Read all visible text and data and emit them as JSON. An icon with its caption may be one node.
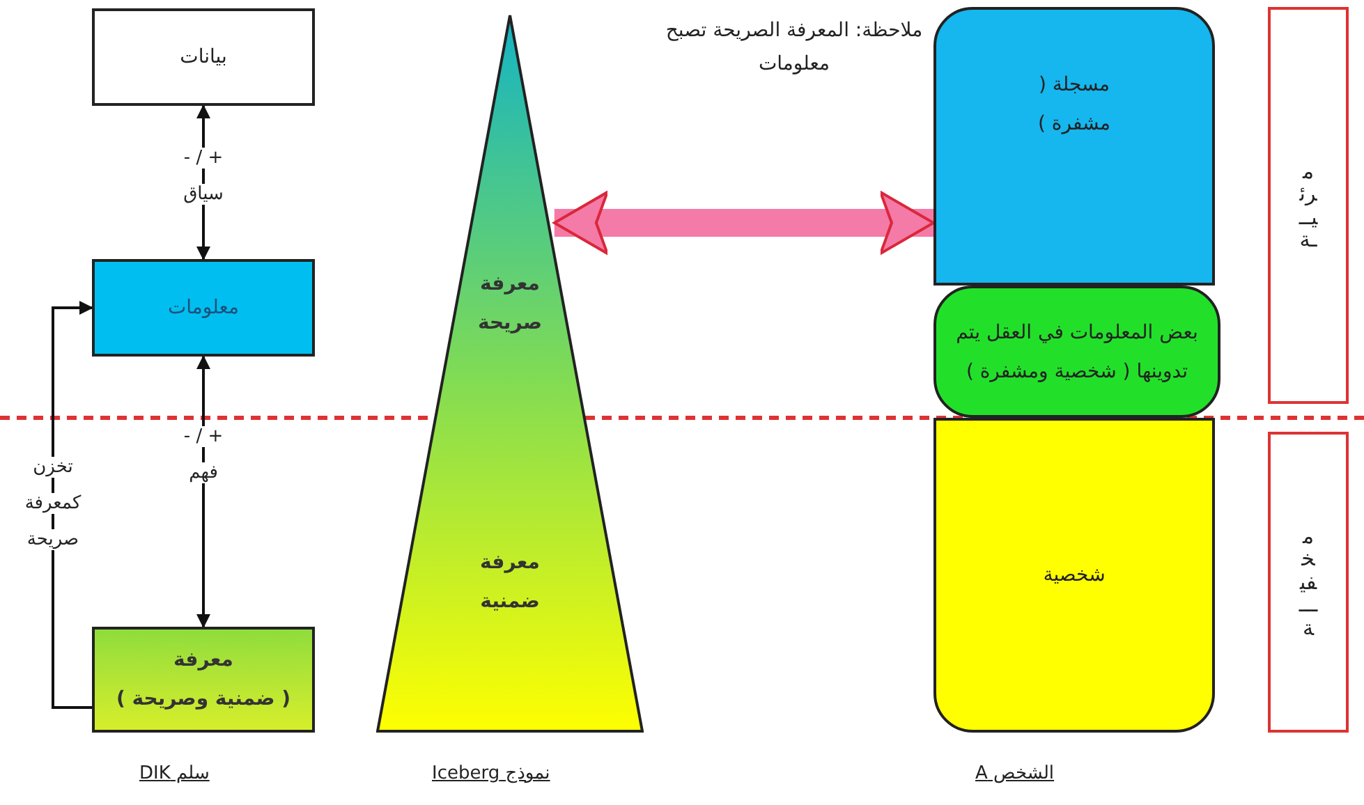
{
  "diagram": {
    "nodes": [
      {
        "text": [
          "بيانات"
        ]
      },
      {
        "text": [
          "معلومات"
        ]
      },
      {
        "text": [
          "معرفة",
          "( ضمنية وصريحة )"
        ]
      },
      {
        "text": [
          "معرفة صريحة",
          "معرفة ضمنية"
        ]
      },
      {
        "text": [
          "مسجلة ( مشفرة )"
        ]
      },
      {
        "text": [
          "بعض المعلومات في العقل يتم تدوينها ( شخصية ومشفرة )"
        ]
      },
      {
        "text": [
          "شخصية"
        ]
      },
      {
        "text": [
          "مرئيـــة"
        ]
      },
      {
        "text": [
          "مخفيـــة"
        ]
      }
    ],
    "edges": [
      {
        "from": 0,
        "to": 1,
        "arrow": "both",
        "label": "+ / - سياق"
      },
      {
        "from": 1,
        "to": 2,
        "arrow": "both",
        "label": "+ / - فهم"
      },
      {
        "from": 2,
        "to": 1,
        "arrow": "to",
        "label": "تخزن كمعرفة صريحة"
      },
      {
        "from": 3,
        "to": 4,
        "arrow": "both",
        "style": "thick",
        "color": "#f47aa8"
      }
    ],
    "labels": [
      "ملاحظة: المعرفة الصريحة تصبح معلومات",
      "سلم DIK",
      "نموذج Iceberg",
      "الشخص A"
    ]
  }
}
